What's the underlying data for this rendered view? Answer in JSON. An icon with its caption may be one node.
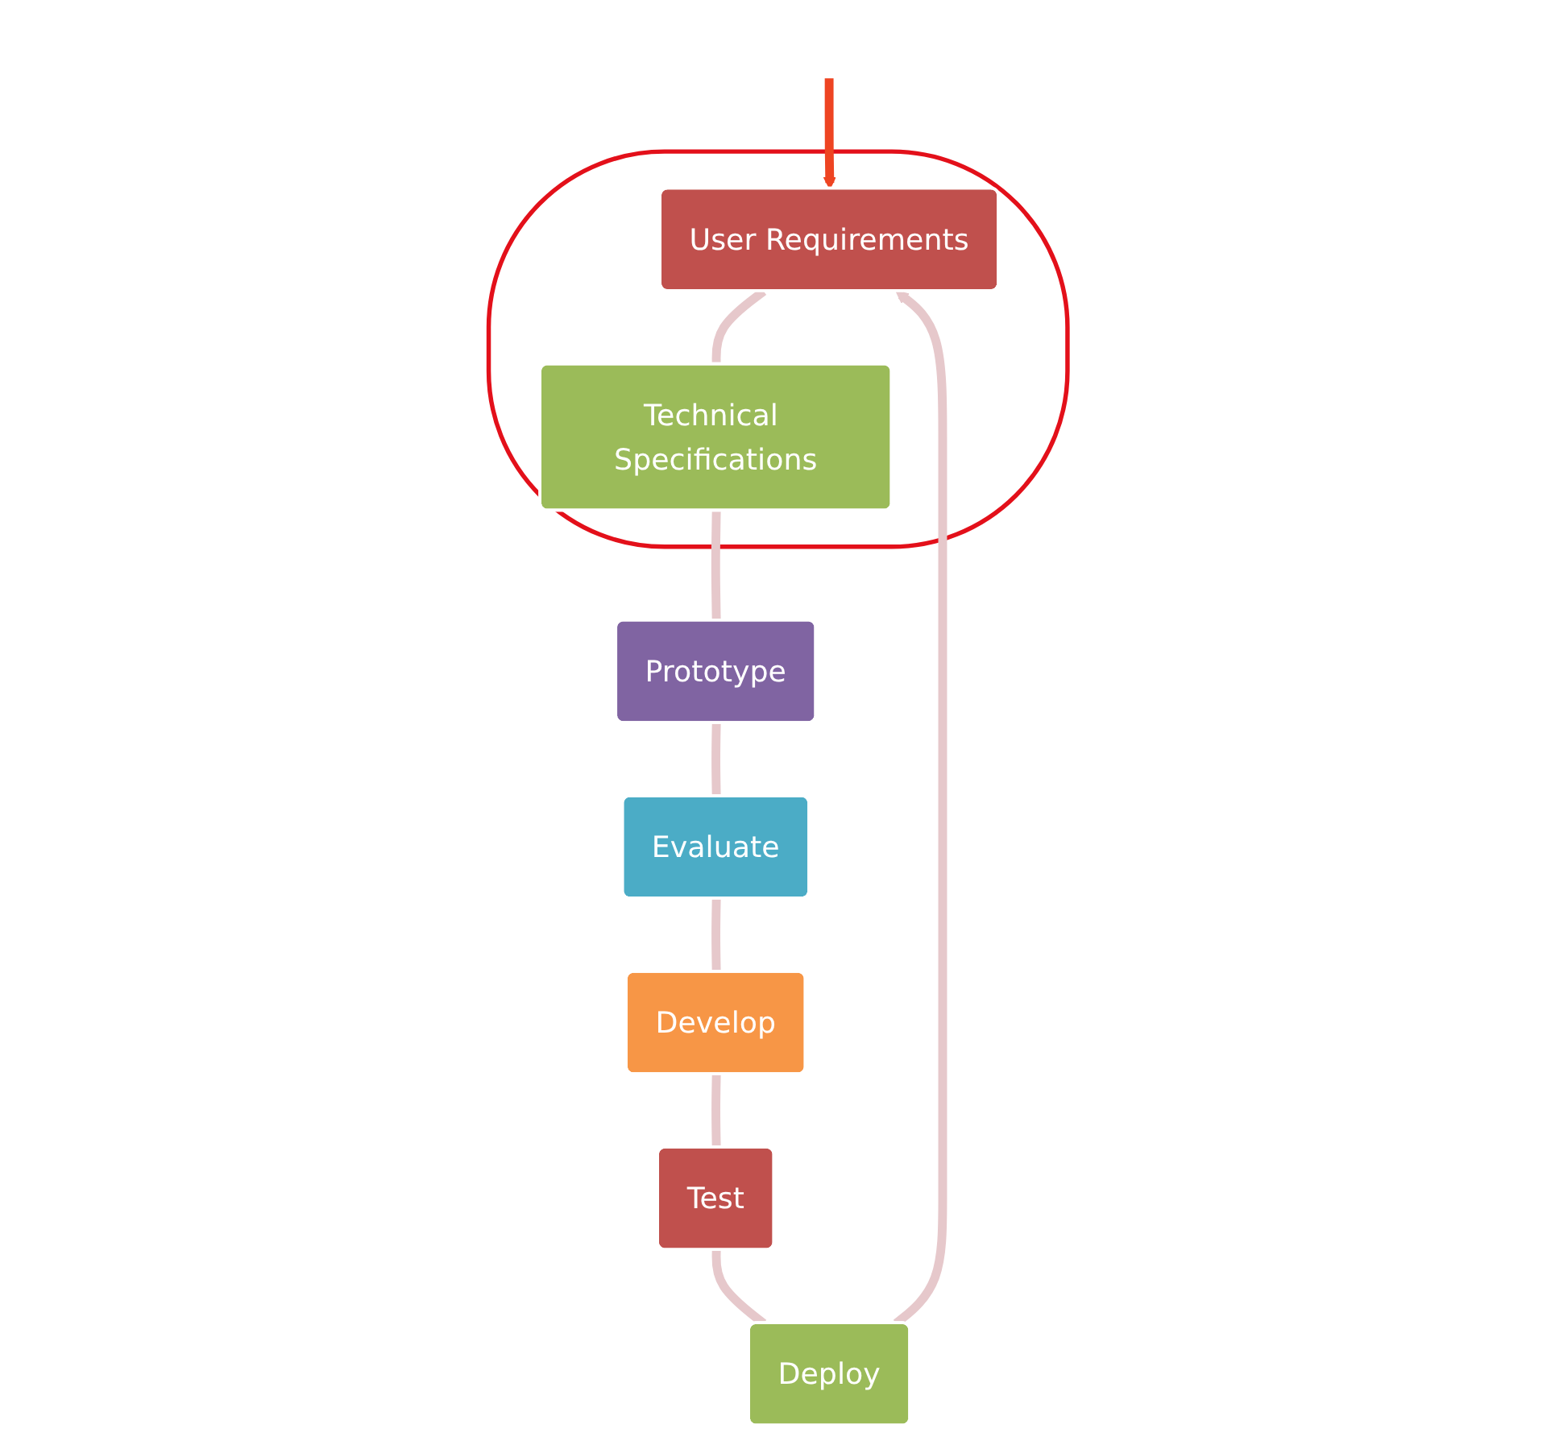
{
  "diagram": {
    "nodes": [
      {
        "text": [],
        "shape": "ellipse"
      },
      {
        "text": [
          "User Requirements"
        ],
        "in": 0
      },
      {
        "text": [
          "Technical Specifications"
        ],
        "in": 0
      },
      {
        "text": [
          "Deploy"
        ]
      },
      {
        "text": [
          "Prototype"
        ]
      },
      {
        "text": [
          "Test"
        ]
      },
      {
        "text": [
          "Develop"
        ]
      },
      {
        "text": [
          "Evaluate"
        ]
      }
    ],
    "edges": [
      {
        "from": null,
        "to": 1,
        "arrow": "to",
        "color": "#ee4422"
      },
      {
        "from": 1,
        "to": 2,
        "arrow": "none"
      },
      {
        "from": 2,
        "to": 4,
        "arrow": "none"
      },
      {
        "from": 4,
        "to": 7,
        "arrow": "none"
      },
      {
        "from": 7,
        "to": 6,
        "arrow": "none"
      },
      {
        "from": 6,
        "to": 5,
        "arrow": "none"
      },
      {
        "from": 5,
        "to": 3,
        "arrow": "none"
      },
      {
        "from": 3,
        "to": 1,
        "arrow": "to"
      }
    ]
  }
}
